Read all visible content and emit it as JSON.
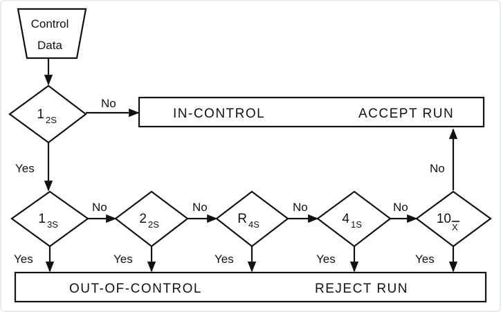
{
  "start": {
    "line1": "Control",
    "line2": "Data"
  },
  "boxes": {
    "in_control": {
      "left": "IN-CONTROL",
      "right": "ACCEPT RUN"
    },
    "out_control": {
      "left": "OUT-OF-CONTROL",
      "right": "REJECT RUN"
    }
  },
  "rules": [
    {
      "main": "1",
      "sub": "2S"
    },
    {
      "main": "1",
      "sub": "3S"
    },
    {
      "main": "2",
      "sub": "2S"
    },
    {
      "main": "R",
      "sub": "4S"
    },
    {
      "main": "4",
      "sub": "1S"
    },
    {
      "main": "10",
      "sub": "X"
    }
  ],
  "edge_labels": {
    "yes": "Yes",
    "no": "No"
  }
}
